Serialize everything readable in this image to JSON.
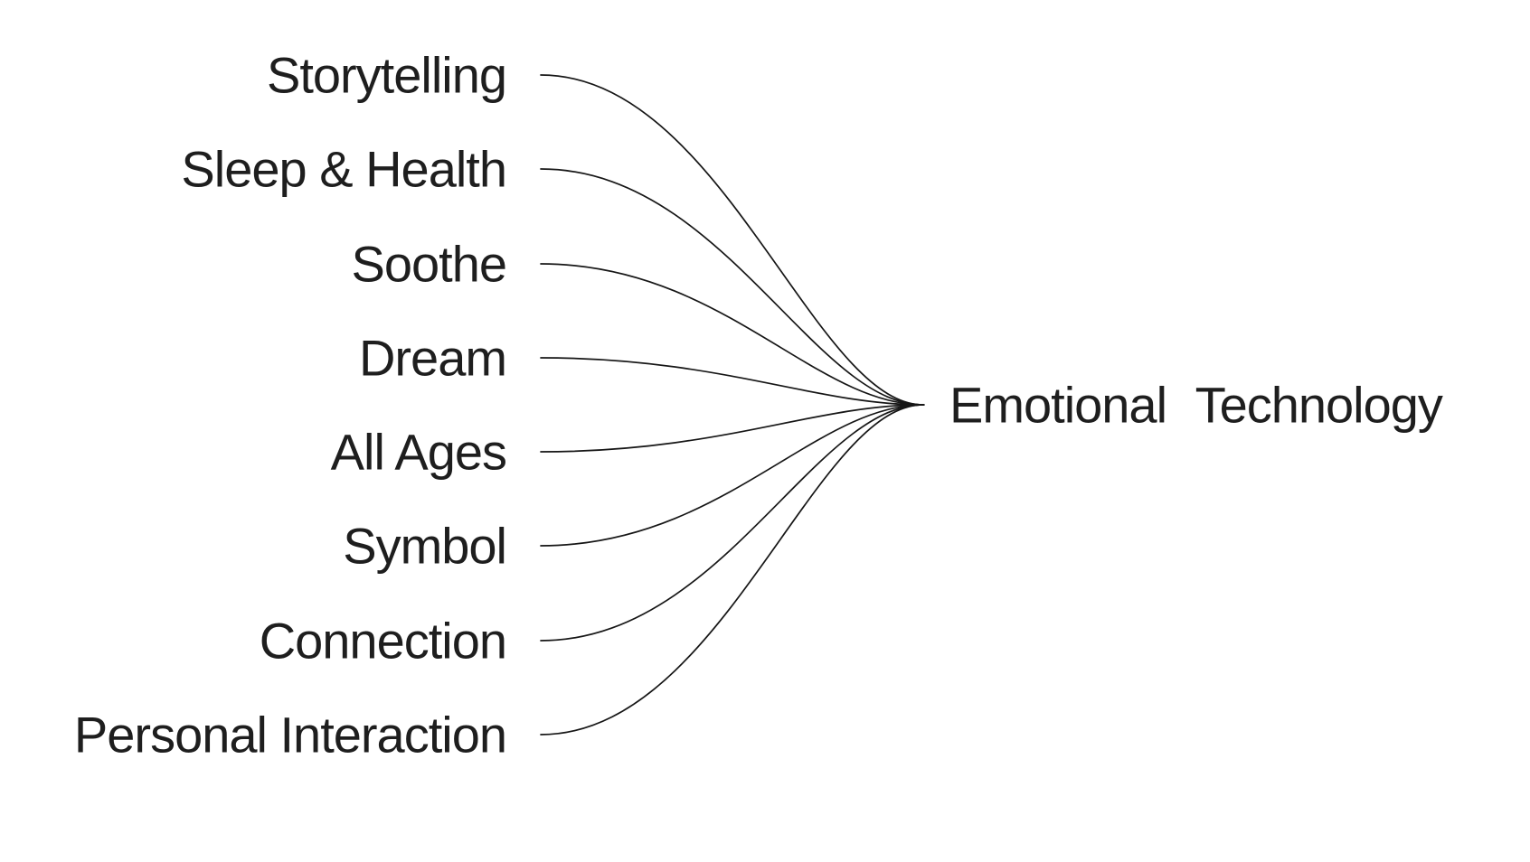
{
  "diagram": {
    "type": "convergence-mind-map",
    "root_label": "Emotional Technology",
    "nodes": [
      {
        "label": "Storytelling"
      },
      {
        "label": "Sleep & Health"
      },
      {
        "label": "Soothe"
      },
      {
        "label": "Dream"
      },
      {
        "label": "All Ages"
      },
      {
        "label": "Symbol"
      },
      {
        "label": "Connection"
      },
      {
        "label": "Personal Interaction"
      }
    ],
    "colors": {
      "background": "#ffffff",
      "text": "#1e1e1e",
      "line": "#161616"
    }
  }
}
